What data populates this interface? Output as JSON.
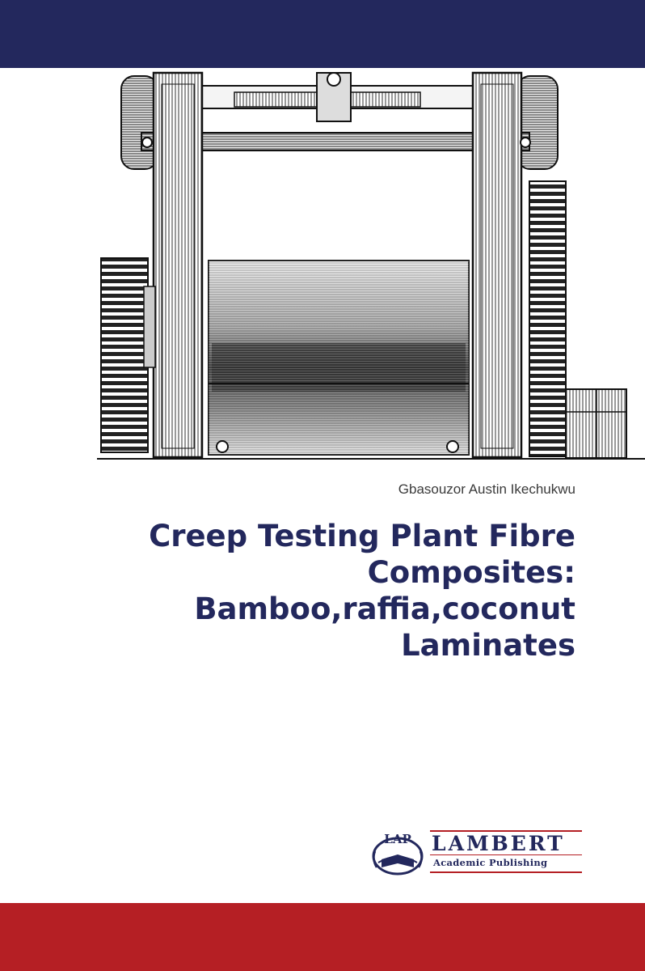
{
  "cover": {
    "author": "Gbasouzor Austin Ikechukwu",
    "title_lines": [
      "Creep Testing Plant Fibre",
      "Composites:",
      "Bamboo,raffia,coconut",
      "Laminates"
    ]
  },
  "publisher": {
    "emblem_text": "LAP",
    "name": "LAMBERT",
    "subtitle": "Academic Publishing"
  },
  "colors": {
    "top_band": "#23285d",
    "bottom_band": "#b51f24",
    "title_text": "#23285d",
    "author_text": "#3a3a3a"
  },
  "illustration": {
    "subject": "engraving of a roller press machine with gear wheels"
  }
}
